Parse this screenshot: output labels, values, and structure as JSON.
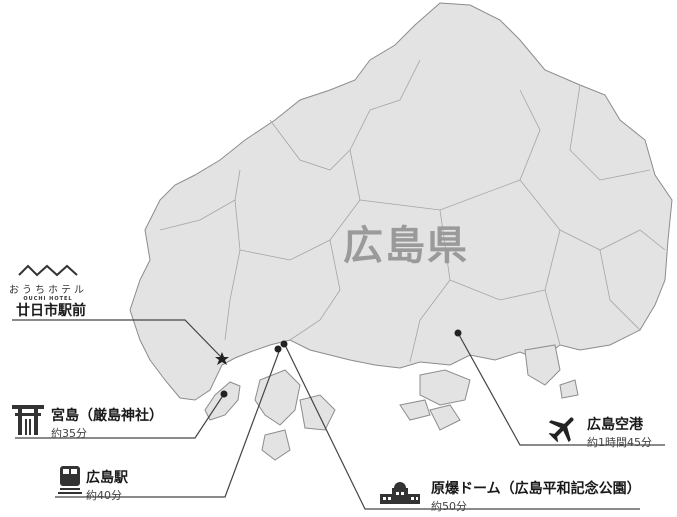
{
  "map": {
    "prefecture_label": "広島県",
    "land_color": "#e3e3e3",
    "border_color": "#8c8c8c"
  },
  "hotel": {
    "name_jp": "おうちホテル",
    "name_en": "OUCHI HOTEL",
    "location": "廿日市駅前"
  },
  "destinations": [
    {
      "name": "宮島（厳島神社）",
      "time": "約35分",
      "icon": "torii-gate-icon"
    },
    {
      "name": "広島駅",
      "time": "約40分",
      "icon": "train-icon"
    },
    {
      "name": "原爆ドーム（広島平和記念公園）",
      "time": "約50分",
      "icon": "dome-building-icon"
    },
    {
      "name": "広島空港",
      "time": "約1時間45分",
      "icon": "airplane-icon"
    }
  ]
}
